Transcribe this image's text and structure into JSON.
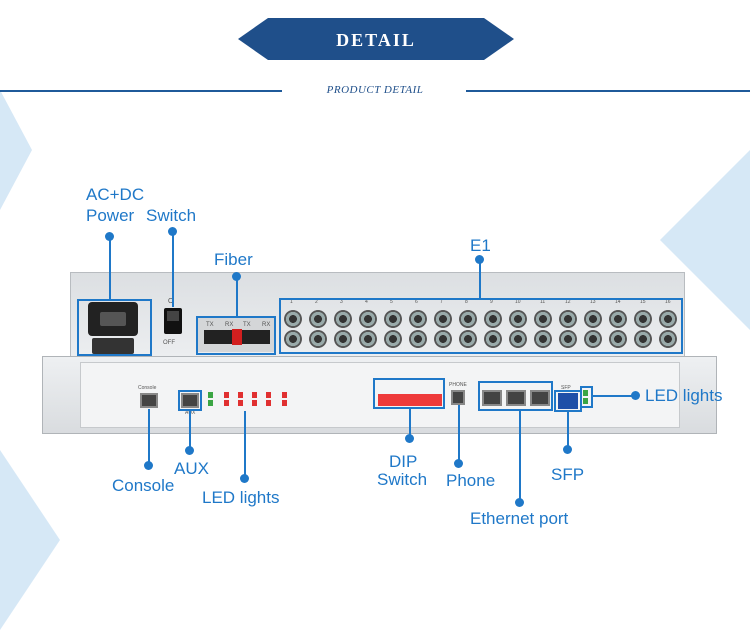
{
  "header": {
    "title": "DETAIL",
    "subtitle": "PRODUCT DETAIL"
  },
  "colors": {
    "banner": "#1f4f8a",
    "accent": "#1f78c8",
    "device_body": "#e6e8ea",
    "triangle": "#d6e8f6"
  },
  "callouts": {
    "ac_dc": "AC+DC",
    "power": "Power",
    "switch": "Switch",
    "fiber": "Fiber",
    "e1": "E1",
    "console": "Console",
    "aux": "AUX",
    "led_lights_left": "LED lights",
    "dip": "DIP",
    "dip_switch": "Switch",
    "phone": "Phone",
    "sfp": "SFP",
    "led_lights_right": "LED lights",
    "ethernet_port": "Ethernet port"
  },
  "device": {
    "top_labels": {
      "tx1": "TX",
      "rx1": "RX",
      "tx2": "TX",
      "rx2": "RX",
      "off": "OFF",
      "on": "O"
    },
    "e1_numbers": [
      "1",
      "2",
      "3",
      "4",
      "5",
      "6",
      "7",
      "8",
      "9",
      "10",
      "11",
      "12",
      "13",
      "14",
      "15",
      "16"
    ],
    "front_labels": {
      "console": "Console",
      "aux": "AUX",
      "phone": "PHONE",
      "sfp": "SFP"
    }
  }
}
